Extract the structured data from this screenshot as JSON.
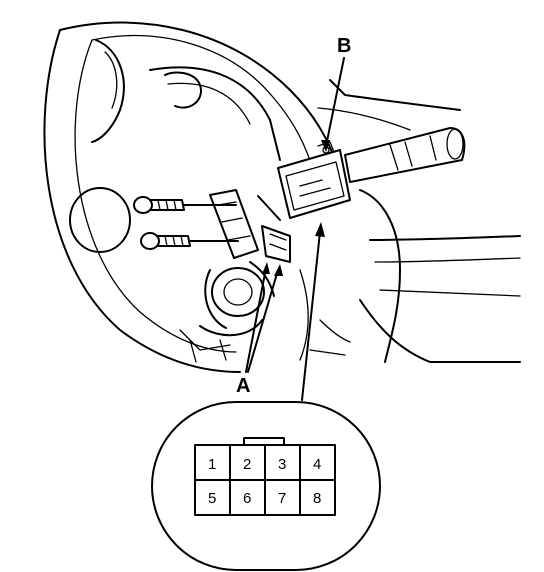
{
  "callouts": {
    "a": "A",
    "b": "B"
  },
  "connector": {
    "pins_top": [
      "1",
      "2",
      "3",
      "4"
    ],
    "pins_bottom": [
      "5",
      "6",
      "7",
      "8"
    ]
  }
}
